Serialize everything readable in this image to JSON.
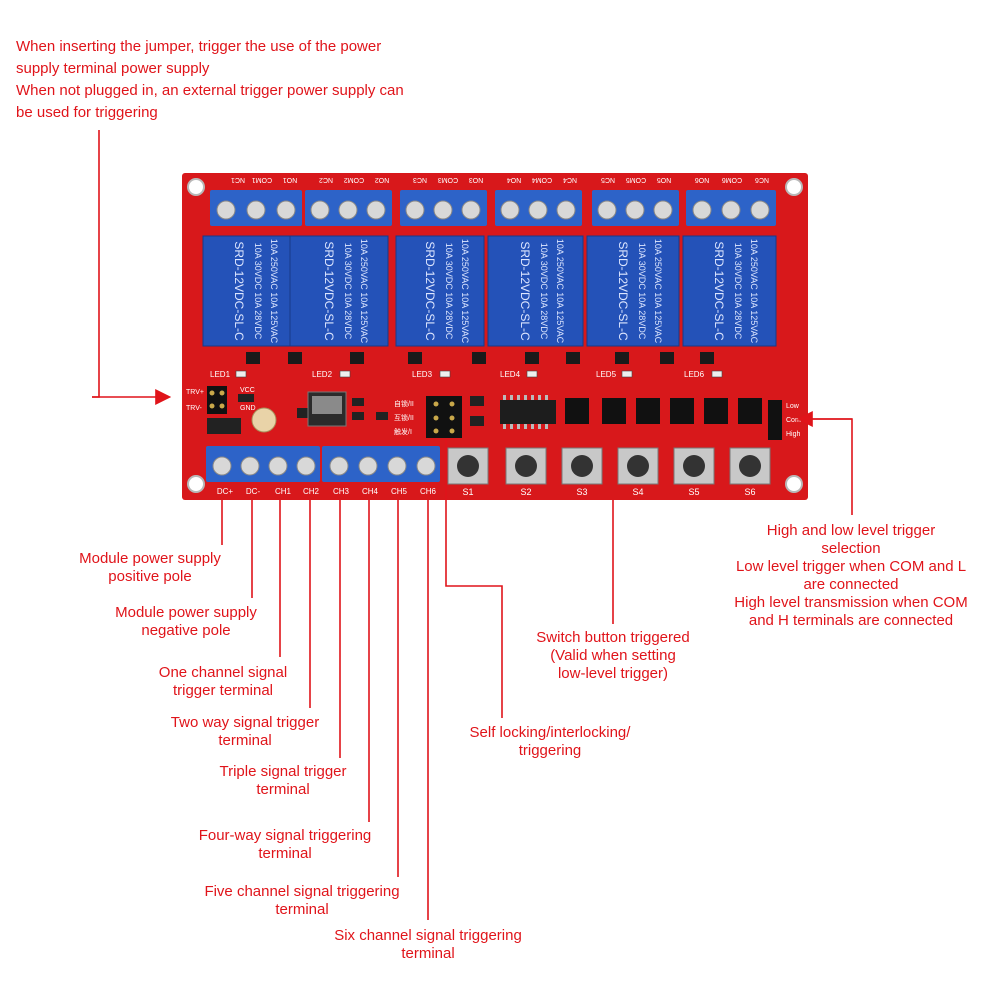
{
  "annotations": {
    "jumper_note": [
      "When inserting the jumper, trigger the use of the power",
      "supply terminal power supply",
      "When not plugged in, an external trigger power supply can",
      "be used for triggering"
    ],
    "dc_plus": [
      "Module power supply",
      "positive pole"
    ],
    "dc_minus": [
      "Module power supply",
      "negative pole"
    ],
    "ch1": [
      "One channel signal",
      "trigger terminal"
    ],
    "ch2": [
      "Two way signal trigger",
      "terminal"
    ],
    "ch3": [
      "Triple signal trigger",
      "terminal"
    ],
    "ch4": [
      "Four-way signal triggering",
      "terminal"
    ],
    "ch5": [
      "Five channel signal triggering",
      "terminal"
    ],
    "ch6": [
      "Six channel signal triggering",
      "terminal"
    ],
    "self_lock": [
      "Self locking/interlocking/",
      "triggering"
    ],
    "switch_button": [
      "Switch button triggered",
      "(Valid when setting",
      "low-level trigger)"
    ],
    "level_select": [
      "High and low level trigger",
      "selection",
      "Low level trigger when COM and L",
      "are connected",
      "High level transmission when COM",
      "and H terminals are connected"
    ]
  },
  "board": {
    "top_terminal_labels": [
      "NC1",
      "COM1",
      "NO1",
      "NC2",
      "COM2",
      "NO2",
      "NC3",
      "COM3",
      "NO3",
      "NO4",
      "COM4",
      "NC4",
      "NC5",
      "COM5",
      "NO5",
      "NO6",
      "COM6",
      "NC6"
    ],
    "relay_text": [
      "10A 250VAC  10A 125VAC",
      "10A 30VDC  10A 28VDC",
      "SRD-12VDC-SL-C"
    ],
    "led_labels": [
      "LED1",
      "LED2",
      "LED3",
      "LED4",
      "LED5",
      "LED6"
    ],
    "bottom_terminal_labels": [
      "DC+",
      "DC-",
      "CH1",
      "CH2",
      "CH3",
      "CH4",
      "CH5",
      "CH6"
    ],
    "switch_labels": [
      "S1",
      "S2",
      "S3",
      "S4",
      "S5",
      "S6"
    ],
    "left_pins": [
      "TRV+",
      "TRV-"
    ],
    "power_pins": [
      "VCC",
      "GND"
    ],
    "level_pins": [
      "Low",
      "Com",
      "High"
    ],
    "mode_labels": [
      "自锁/II",
      "互锁/II",
      "触发/I"
    ]
  },
  "colors": {
    "annotation": "#e0141a",
    "pcb": "#d8181b",
    "terminal_blue": "#2d63c8",
    "relay_blue": "#2452b8",
    "line": "#e0141a"
  }
}
